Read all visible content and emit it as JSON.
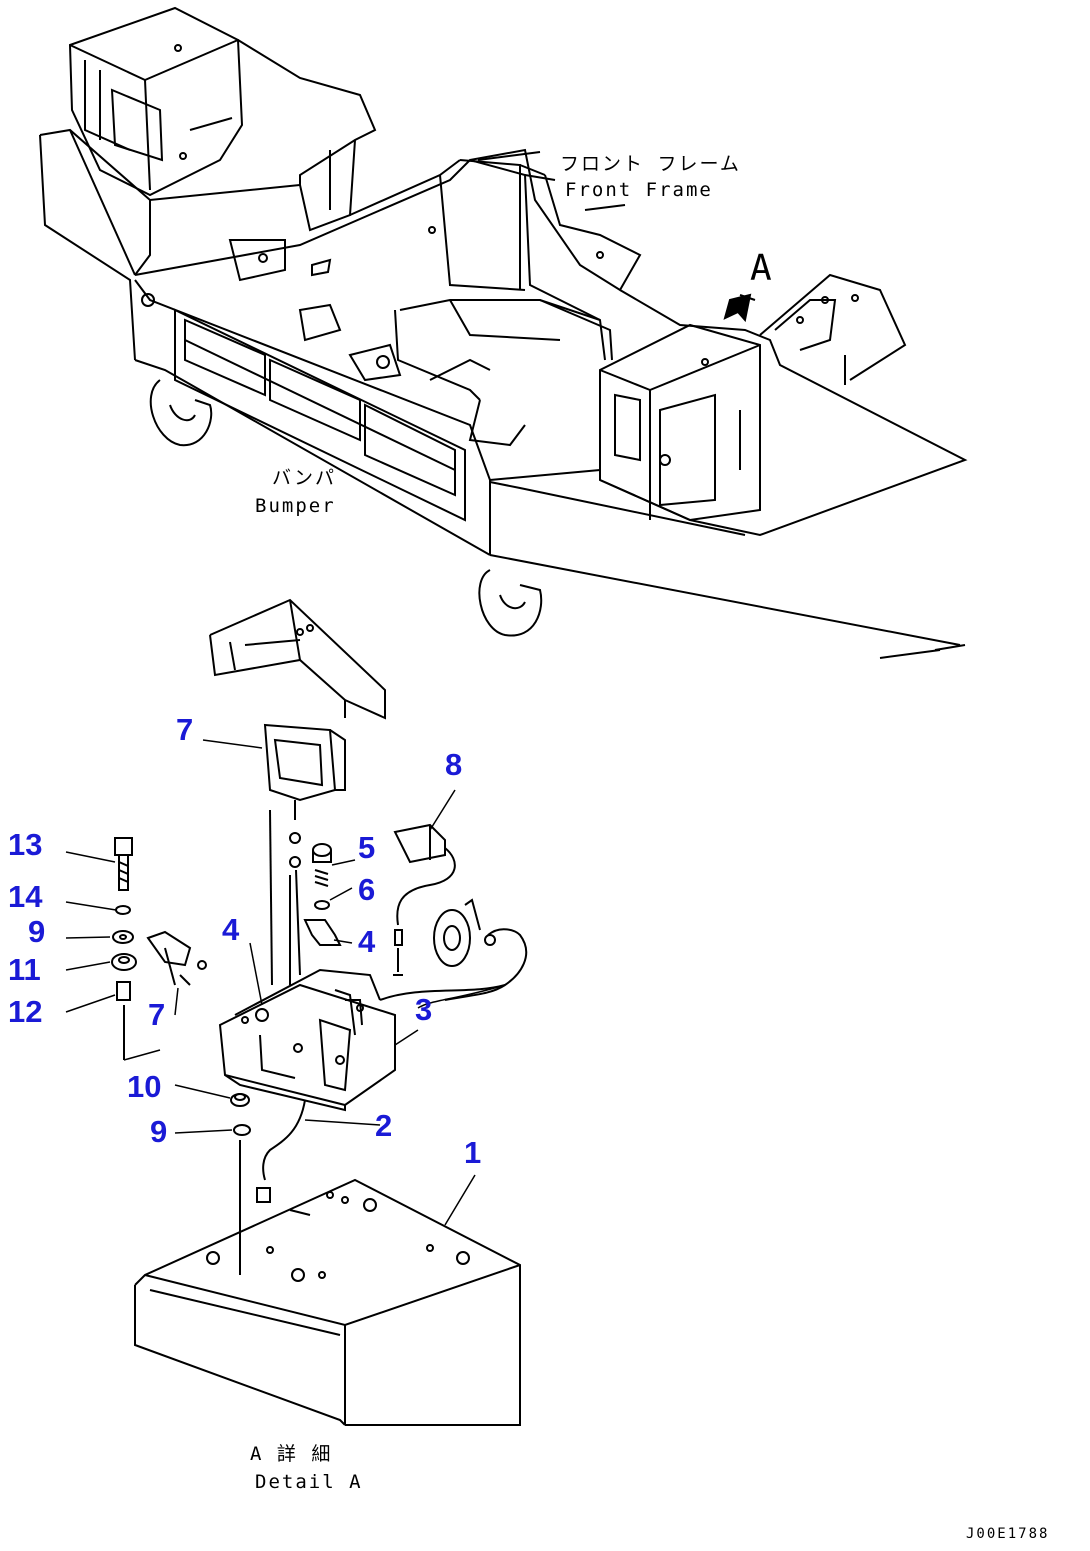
{
  "colors": {
    "line": "#000000",
    "callout": "#1a1ad6",
    "background": "#ffffff"
  },
  "labels": {
    "front_frame_jp": "フロント フレーム",
    "front_frame_en": "Front Frame",
    "bumper_jp": "バンパ",
    "bumper_en": "Bumper",
    "view_marker": "A",
    "detail_jp": "A 詳 細",
    "detail_en": "Detail A",
    "drawing_number": "J00E1788"
  },
  "callouts": [
    {
      "id": "c1",
      "text": "1"
    },
    {
      "id": "c2",
      "text": "2"
    },
    {
      "id": "c3",
      "text": "3"
    },
    {
      "id": "c4a",
      "text": "4"
    },
    {
      "id": "c4b",
      "text": "4"
    },
    {
      "id": "c5",
      "text": "5"
    },
    {
      "id": "c6",
      "text": "6"
    },
    {
      "id": "c7a",
      "text": "7"
    },
    {
      "id": "c7b",
      "text": "7"
    },
    {
      "id": "c8",
      "text": "8"
    },
    {
      "id": "c9a",
      "text": "9"
    },
    {
      "id": "c9b",
      "text": "9"
    },
    {
      "id": "c10",
      "text": "10"
    },
    {
      "id": "c11",
      "text": "11"
    },
    {
      "id": "c12",
      "text": "12"
    },
    {
      "id": "c13",
      "text": "13"
    },
    {
      "id": "c14",
      "text": "14"
    }
  ]
}
